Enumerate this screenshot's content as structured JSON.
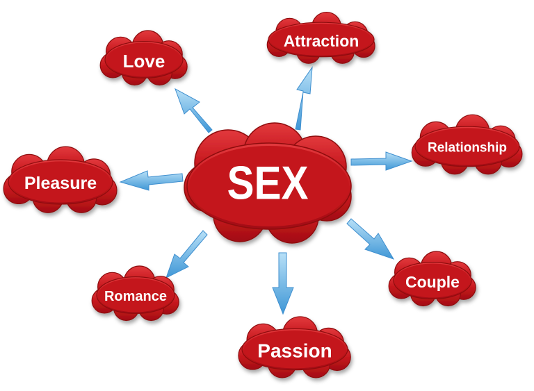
{
  "colors": {
    "cloud_fill": "#c4161c",
    "cloud_highlight": "#e0393d",
    "cloud_shadow": "#7a0b0e",
    "arrow": "#5aa9df",
    "arrow_light": "#a6d4f2",
    "label_text": "#ffffff"
  },
  "diagram": {
    "center": {
      "label": "SEX"
    },
    "nodes": [
      {
        "id": "love",
        "label": "Love"
      },
      {
        "id": "attraction",
        "label": "Attraction"
      },
      {
        "id": "relationship",
        "label": "Relationship"
      },
      {
        "id": "couple",
        "label": "Couple"
      },
      {
        "id": "passion",
        "label": "Passion"
      },
      {
        "id": "romance",
        "label": "Romance"
      },
      {
        "id": "pleasure",
        "label": "Pleasure"
      }
    ]
  }
}
